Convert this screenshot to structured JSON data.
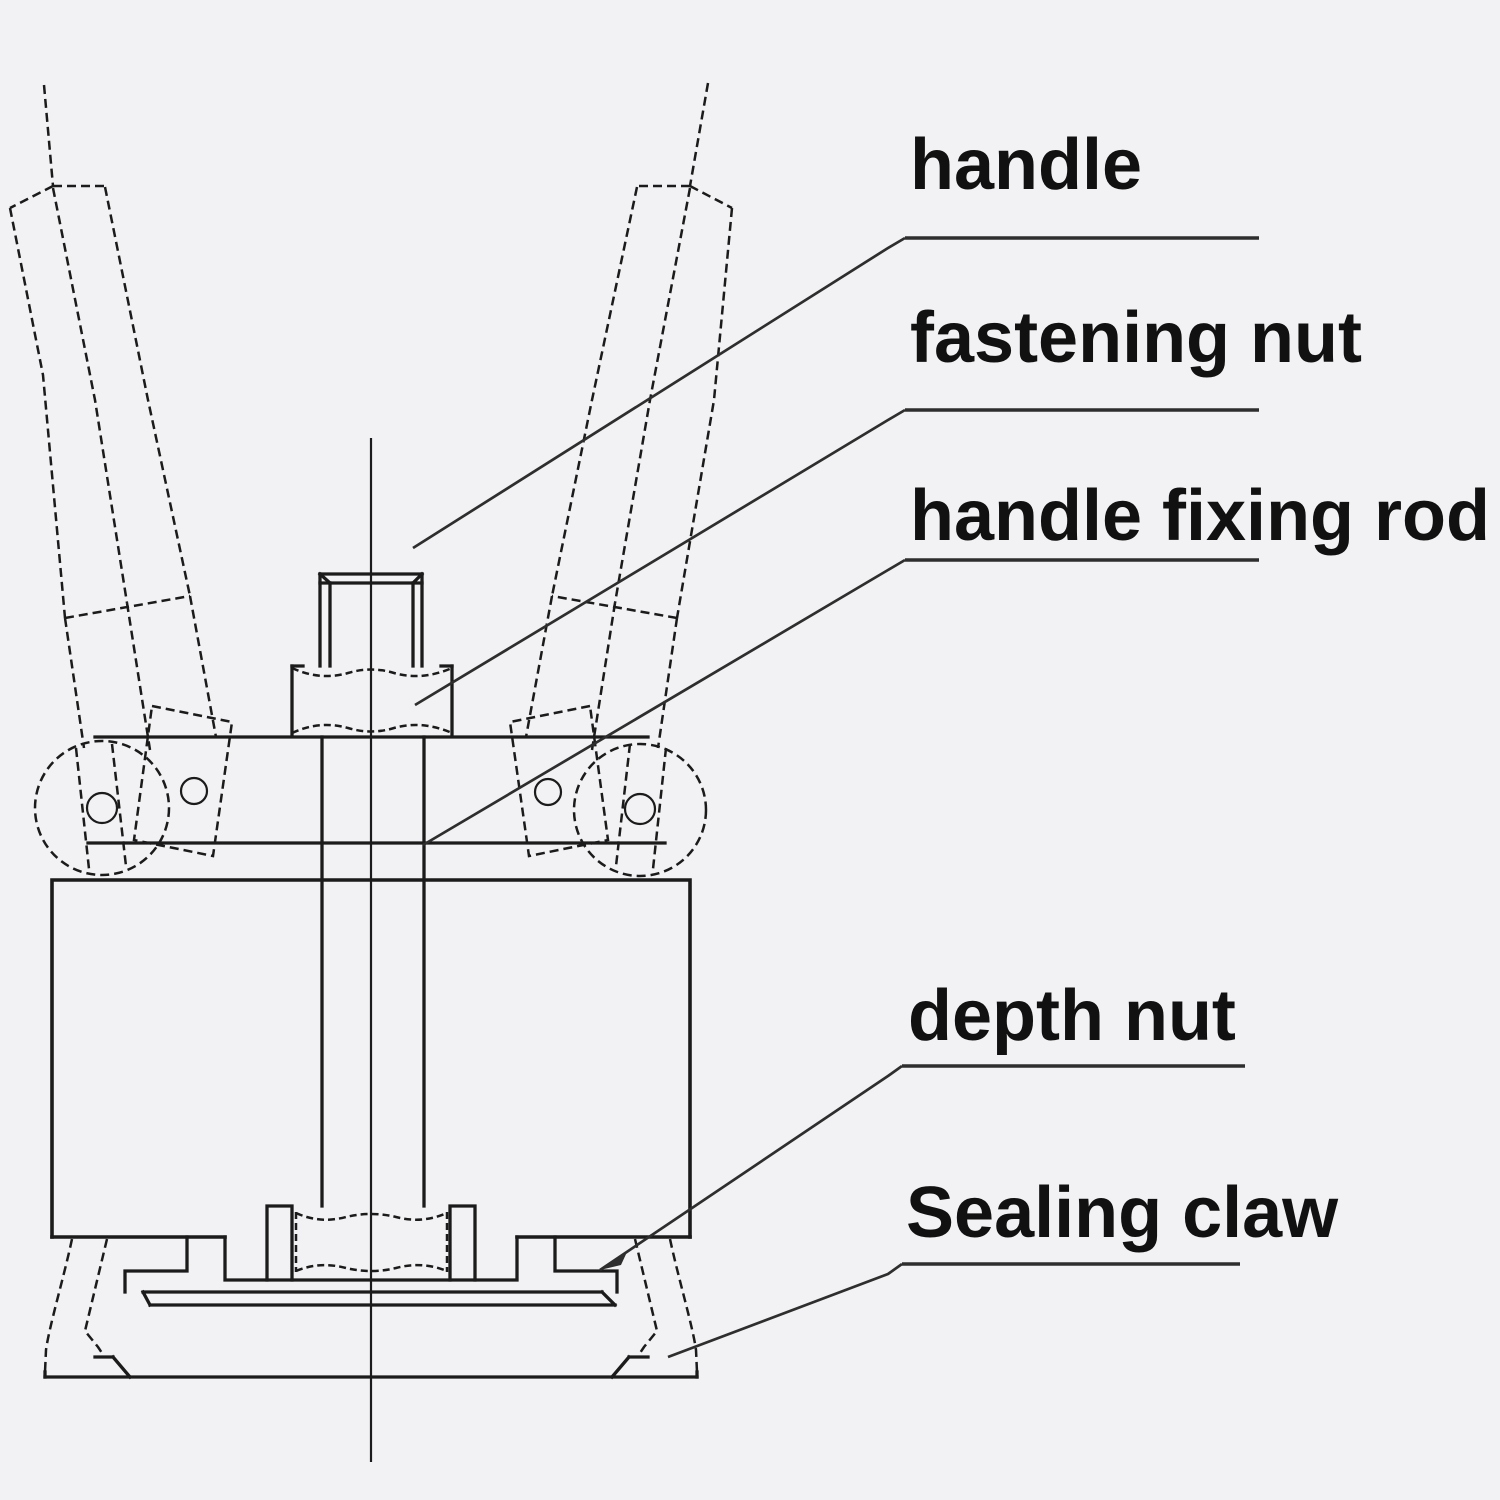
{
  "figure": {
    "type": "technical-part-diagram",
    "subject": "manual sealing tool cross-section",
    "colors": {
      "background": "#f2f2f4",
      "line": "#1b1b1b",
      "leader_line": "#2e2e2e",
      "text": "#111111"
    },
    "labels": [
      {
        "id": "handle",
        "text": "handle"
      },
      {
        "id": "fastening-nut",
        "text": "fastening nut"
      },
      {
        "id": "handle-fixing-rod",
        "text": "handle fixing rod"
      },
      {
        "id": "depth-nut",
        "text": "depth nut"
      },
      {
        "id": "sealing-claw",
        "text": "Sealing claw"
      }
    ]
  }
}
